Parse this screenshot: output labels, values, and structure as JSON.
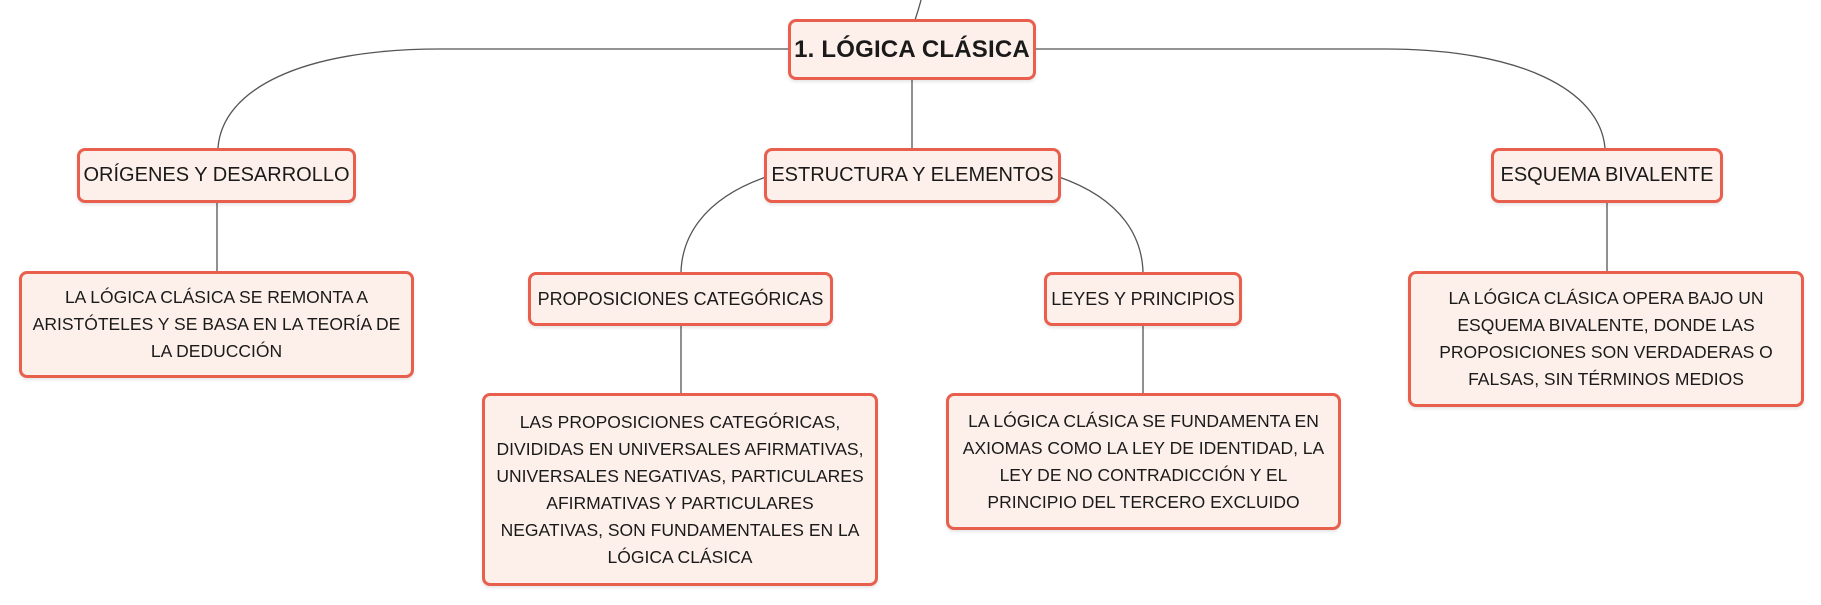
{
  "diagram": {
    "root": {
      "label": "1. LÓGICA CLÁSICA"
    },
    "branches": [
      {
        "label": "ORÍGENES Y DESARROLLO",
        "detail": "LA LÓGICA CLÁSICA SE REMONTA A ARISTÓTELES Y SE BASA EN LA TEORÍA DE LA DEDUCCIÓN"
      },
      {
        "label": "ESTRUCTURA Y ELEMENTOS",
        "children": [
          {
            "label": "PROPOSICIONES CATEGÓRICAS",
            "detail": "LAS PROPOSICIONES CATEGÓRICAS, DIVIDIDAS EN UNIVERSALES AFIRMATIVAS, UNIVERSALES NEGATIVAS, PARTICULARES AFIRMATIVAS Y PARTICULARES NEGATIVAS, SON FUNDAMENTALES EN LA LÓGICA CLÁSICA"
          },
          {
            "label": "LEYES Y PRINCIPIOS",
            "detail": "LA LÓGICA CLÁSICA SE FUNDAMENTA EN AXIOMAS COMO LA LEY DE IDENTIDAD, LA LEY DE NO CONTRADICCIÓN Y EL PRINCIPIO DEL TERCERO EXCLUIDO"
          }
        ]
      },
      {
        "label": "ESQUEMA BIVALENTE",
        "detail": "LA LÓGICA CLÁSICA OPERA BAJO UN ESQUEMA BIVALENTE, DONDE LAS PROPOSICIONES SON VERDADERAS O FALSAS, SIN TÉRMINOS MEDIOS"
      }
    ]
  },
  "colors": {
    "node_fill": "#fdf0ea",
    "node_border": "#e8604d",
    "connector": "#555555"
  }
}
